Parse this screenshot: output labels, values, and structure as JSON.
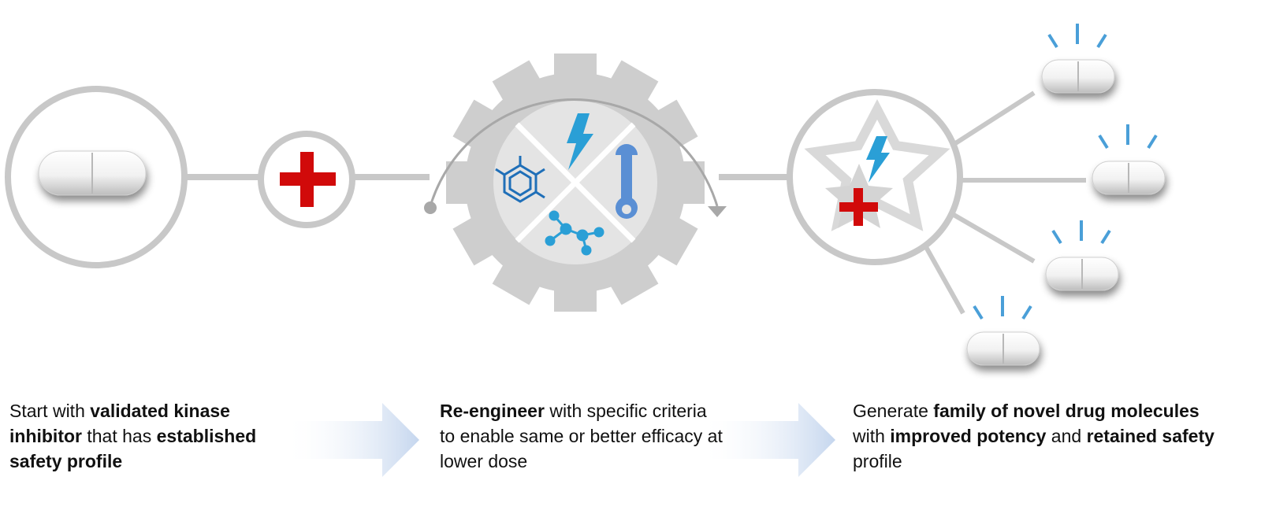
{
  "steps": [
    {
      "parts": [
        {
          "text": "Start with ",
          "bold": false
        },
        {
          "text": "validated kinase inhibitor",
          "bold": true
        },
        {
          "text": " that has ",
          "bold": false
        },
        {
          "text": "established safety profile",
          "bold": true
        }
      ]
    },
    {
      "parts": [
        {
          "text": "Re-engineer",
          "bold": true
        },
        {
          "text": " with specific criteria to enable same or better efficacy at lower dose",
          "bold": false
        }
      ]
    },
    {
      "parts": [
        {
          "text": "Generate ",
          "bold": false
        },
        {
          "text": "family of novel drug molecules",
          "bold": true
        },
        {
          "text": " with ",
          "bold": false
        },
        {
          "text": "improved potency",
          "bold": true
        },
        {
          "text": " and ",
          "bold": false
        },
        {
          "text": "retained safety",
          "bold": true
        },
        {
          "text": " profile",
          "bold": false
        }
      ]
    }
  ],
  "icons": {
    "pill": "pill-icon",
    "cross": "red-cross-icon",
    "gear": "gear-icon",
    "lightning": "lightning-bolt-icon",
    "benzene": "benzene-ring-icon",
    "wrench": "wrench-icon",
    "molecule": "molecule-network-icon",
    "star": "star-icon",
    "arrow": "progress-arrow-icon"
  },
  "colors": {
    "gray": "#c8c8c8",
    "red": "#d10a0a",
    "blue": "#2a9fd6",
    "dark_blue": "#1f6fb8",
    "arrow_blue": "#c5d6ee"
  }
}
